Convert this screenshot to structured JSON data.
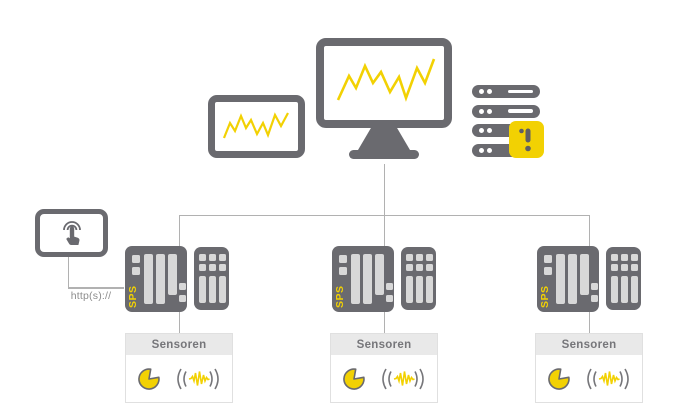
{
  "colors": {
    "device_gray": "#6a6a6f",
    "accent_yellow": "#f2d103",
    "line_gray": "#b1b1b1",
    "panel_gray": "#e9e9e9",
    "light_fill": "#d8d8d8"
  },
  "icons": {
    "tablet_screen": "waveform-icon",
    "monitor_screen": "waveform-icon",
    "server_alert": "alert-exclamation-icon",
    "touch": "tap-finger-icon",
    "gauge": "gauge-pie-icon",
    "vibration": "vibration-signal-icon"
  },
  "http_label": "http(s)://",
  "plc_groups": [
    {
      "sps_label": "SPS",
      "sensor_title": "Sensoren"
    },
    {
      "sps_label": "SPS",
      "sensor_title": "Sensoren"
    },
    {
      "sps_label": "SPS",
      "sensor_title": "Sensoren"
    }
  ]
}
